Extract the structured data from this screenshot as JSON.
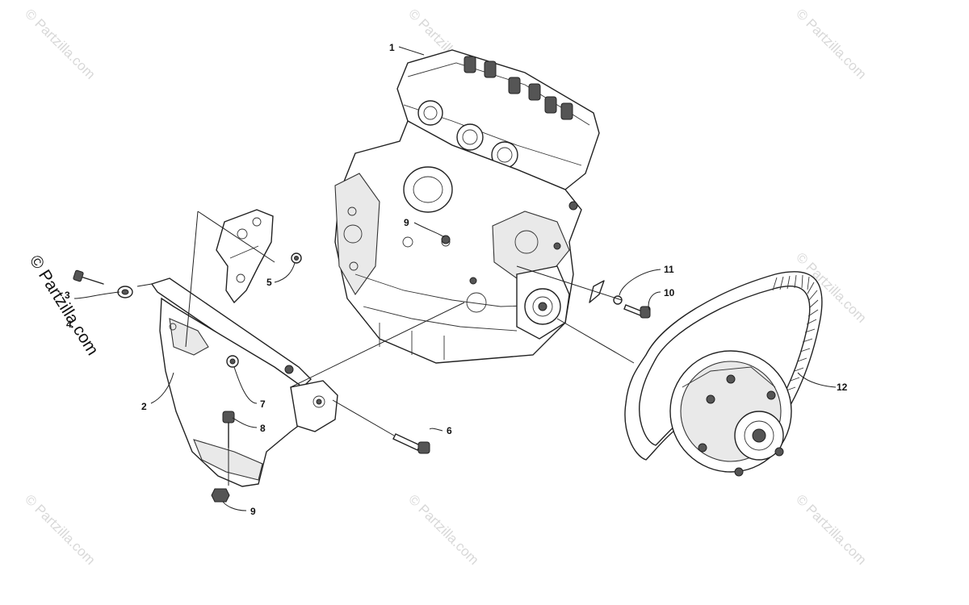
{
  "watermark": {
    "text": "© Partzilla.com"
  },
  "callouts": [
    {
      "id": "c1",
      "label": "1"
    },
    {
      "id": "c2",
      "label": "2"
    },
    {
      "id": "c3",
      "label": "3"
    },
    {
      "id": "c4",
      "label": "4"
    },
    {
      "id": "c5",
      "label": "5"
    },
    {
      "id": "c6",
      "label": "6"
    },
    {
      "id": "c7",
      "label": "7"
    },
    {
      "id": "c8",
      "label": "8"
    },
    {
      "id": "c9a",
      "label": "9"
    },
    {
      "id": "c9b",
      "label": "9"
    },
    {
      "id": "c10",
      "label": "10"
    },
    {
      "id": "c11",
      "label": "11"
    },
    {
      "id": "c12",
      "label": "12"
    }
  ],
  "parts": {
    "engine": "engine",
    "bracket": "engine-mount-bracket",
    "belt": "drive-belt",
    "clutch": "drive-clutch"
  }
}
